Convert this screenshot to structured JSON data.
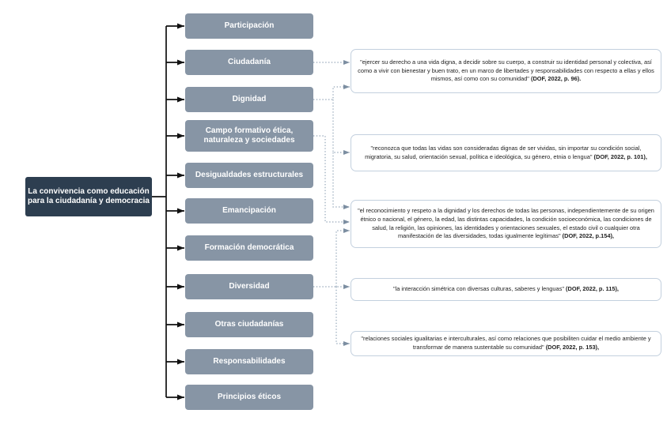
{
  "diagram": {
    "root": {
      "label": "La convivencia como educación para la ciudadanía y democracia"
    },
    "concepts": [
      {
        "id": "participacion",
        "label": "Participación"
      },
      {
        "id": "ciudadania",
        "label": "Ciudadanía"
      },
      {
        "id": "dignidad",
        "label": "Dignidad"
      },
      {
        "id": "campo-formativo",
        "label": "Campo formativo ética, naturaleza y sociedades"
      },
      {
        "id": "desigualdades",
        "label": "Desigualdades estructurales"
      },
      {
        "id": "emancipacion",
        "label": "Emancipación"
      },
      {
        "id": "formacion",
        "label": "Formación democrática"
      },
      {
        "id": "diversidad",
        "label": "Diversidad"
      },
      {
        "id": "otras-ciudadanias",
        "label": "Otras ciudadanías"
      },
      {
        "id": "responsabilidades",
        "label": "Responsabilidades"
      },
      {
        "id": "principios",
        "label": "Principios éticos"
      }
    ],
    "quotes": [
      {
        "id": "q1",
        "text": "\"ejercer su derecho a una vida digna, a decidir sobre su cuerpo, a construir su identidad personal y colectiva, así como a vivir con bienestar y buen trato, en un marco de libertades y responsabilidades con respecto a ellas y ellos mismos, así como con su comunidad\"",
        "cite": "(DOF, 2022, p. 96)."
      },
      {
        "id": "q2",
        "text": "\"reconozca que todas las vidas son consideradas dignas de ser vividas, sin importar su condición social, migratoria, su salud, orientación sexual, política e ideológica, su género, etnia o lengua\"",
        "cite": "(DOF, 2022, p. 101),"
      },
      {
        "id": "q3",
        "text": "\"el reconocimiento y respeto a la dignidad y los derechos de todas las personas, independientemente de su origen étnico o nacional, el género, la edad, las distintas capacidades, la condición socioeconómica, las condiciones de salud, la religión, las opiniones, las identidades y orientaciones sexuales, el estado civil o cualquier otra manifestación de las diversidades, todas igualmente legítimas\"",
        "cite": "(DOF, 2022, p.154),"
      },
      {
        "id": "q4",
        "text": "\"la interacción simétrica con diversas culturas, saberes y lenguas\"",
        "cite": "(DOF, 2022, p. 115),"
      },
      {
        "id": "q5",
        "text": "\"relaciones sociales igualitarias e interculturales, así como relaciones que posibiliten cuidar el medio ambiente y transformar de manera sustentable su comunidad\"",
        "cite": "(DOF, 2022, p. 153),"
      }
    ],
    "links": [
      {
        "source": "ciudadania",
        "target": "q1"
      },
      {
        "source": "dignidad",
        "target": "q1"
      },
      {
        "source": "dignidad",
        "target": "q2"
      },
      {
        "source": "dignidad",
        "target": "q3"
      },
      {
        "source": "campo-formativo",
        "target": "q3"
      },
      {
        "source": "diversidad",
        "target": "q3"
      },
      {
        "source": "diversidad",
        "target": "q4"
      },
      {
        "source": "diversidad",
        "target": "q5"
      }
    ],
    "colors": {
      "concept_fill": "#8795a5",
      "root_fill": "#2d3e50",
      "quote_border": "#c3d0de",
      "dotted_line": "#93a5b8",
      "dotted_arrow": "#7c8ea1",
      "black_line": "#111111"
    }
  }
}
